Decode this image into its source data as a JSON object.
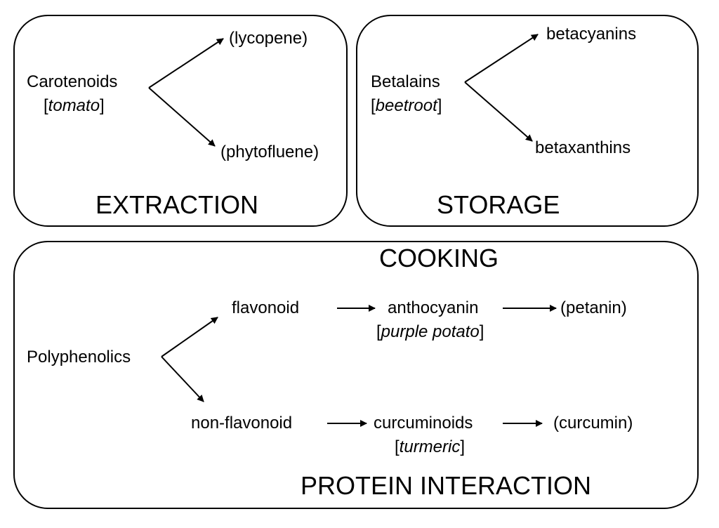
{
  "extraction": {
    "label": "EXTRACTION",
    "source_name": "Carotenoids",
    "source_example": "tomato",
    "products": [
      "(lycopene)",
      "(phytofluene)"
    ]
  },
  "storage": {
    "label": "STORAGE",
    "source_name": "Betalains",
    "source_example": "beetroot",
    "products": [
      "betacyanins",
      "betaxanthins"
    ]
  },
  "cooking": {
    "label": "COOKING",
    "bottom_label": "PROTEIN INTERACTION",
    "source_name": "Polyphenolics",
    "flavonoid_branch": {
      "class": "flavonoid",
      "subclass": "anthocyanin",
      "subclass_example": "purple potato",
      "compound": "(petanin)"
    },
    "nonflavonoid_branch": {
      "class": "non-flavonoid",
      "subclass": "curcuminoids",
      "subclass_example": "turmeric",
      "compound": "(curcumin)"
    }
  }
}
